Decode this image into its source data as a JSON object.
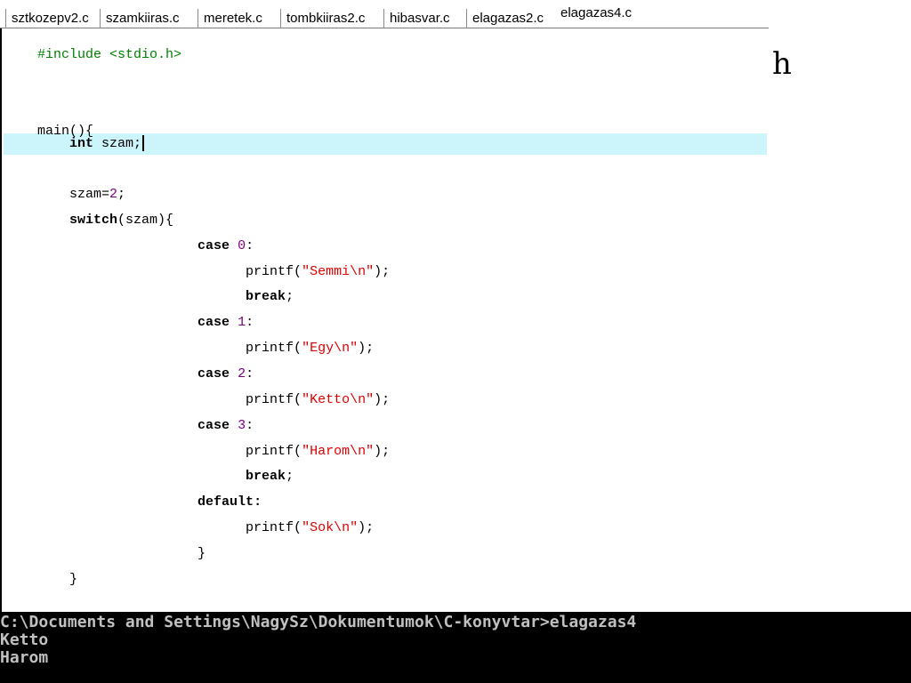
{
  "tabs": [
    {
      "label": "sztkozepv2.c",
      "active": false
    },
    {
      "label": "szamkiiras.c",
      "active": false
    },
    {
      "label": "meretek.c",
      "active": false
    },
    {
      "label": "tombkiiras2.c",
      "active": false
    },
    {
      "label": "hibasvar.c",
      "active": false
    },
    {
      "label": "elagazas2.c",
      "active": false
    },
    {
      "label": "elagazas4.c",
      "active": true
    }
  ],
  "stray_char": "h",
  "code": {
    "include": "#include <stdio.h>",
    "main_open": "main(){",
    "decl_kw": "int",
    "decl_rest": " szam;",
    "assign_var": "szam=",
    "assign_val": "2",
    "assign_end": ";",
    "switch_kw": "switch",
    "switch_rest": "(szam){",
    "case_kw": "case",
    "case0": "0",
    "case1": "1",
    "case2": "2",
    "case3": "3",
    "colon": ":",
    "printf_open": "printf(",
    "printf_close": ");",
    "str_semmi": "\"Semmi\\n\"",
    "str_egy": "\"Egy\\n\"",
    "str_ketto": "\"Ketto\\n\"",
    "str_harom": "\"Harom\\n\"",
    "str_sok": "\"Sok\\n\"",
    "break_kw": "break",
    "semicolon": ";",
    "default_kw": "default",
    "close_brace": "}"
  },
  "console": {
    "lines": [
      "C:\\Documents and Settings\\NagySz\\Dokumentumok\\C-konyvtar>elagazas4",
      "Ketto",
      "Harom"
    ]
  },
  "colors": {
    "highlight": "#ccf5fb",
    "keyword": "#000000",
    "number": "#800080",
    "string": "#e00000",
    "preprocessor": "#008000",
    "console_bg": "#000000",
    "console_fg": "#c0c0c0"
  }
}
